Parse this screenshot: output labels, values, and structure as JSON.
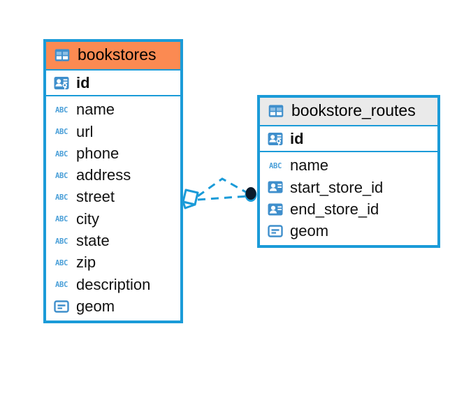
{
  "diagram": {
    "type": "entity-relationship-diagram",
    "background_color": "#ffffff",
    "accent_color": "#1b9bd8",
    "header_highlight_color": "#fb8a52",
    "header_default_color": "#eaeaea",
    "entities": [
      {
        "name": "bookstores",
        "header_icon": "table-icon",
        "header_style": "highlighted",
        "primary_key": {
          "label": "id",
          "icon": "primary-key-icon"
        },
        "fields": [
          {
            "label": "name",
            "icon": "text-type-icon"
          },
          {
            "label": "url",
            "icon": "text-type-icon"
          },
          {
            "label": "phone",
            "icon": "text-type-icon"
          },
          {
            "label": "address",
            "icon": "text-type-icon"
          },
          {
            "label": "street",
            "icon": "text-type-icon"
          },
          {
            "label": "city",
            "icon": "text-type-icon"
          },
          {
            "label": "state",
            "icon": "text-type-icon"
          },
          {
            "label": "zip",
            "icon": "text-type-icon"
          },
          {
            "label": "description",
            "icon": "text-type-icon"
          },
          {
            "label": "geom",
            "icon": "geometry-type-icon"
          }
        ]
      },
      {
        "name": "bookstore_routes",
        "header_icon": "table-icon",
        "header_style": "default",
        "primary_key": {
          "label": "id",
          "icon": "primary-key-icon"
        },
        "fields": [
          {
            "label": "name",
            "icon": "text-type-icon"
          },
          {
            "label": "start_store_id",
            "icon": "foreign-key-icon"
          },
          {
            "label": "end_store_id",
            "icon": "foreign-key-icon"
          },
          {
            "label": "geom",
            "icon": "geometry-type-icon"
          }
        ]
      }
    ],
    "relationship": {
      "from_entity": "bookstores",
      "to_entity": "bookstore_routes",
      "line_style": "dashed",
      "line_color": "#1b9bd8",
      "source_marker": "crows-foot-diamond-marker",
      "target_marker": "filled-circle-marker",
      "target_marker_color": "#0a1a2b"
    }
  }
}
